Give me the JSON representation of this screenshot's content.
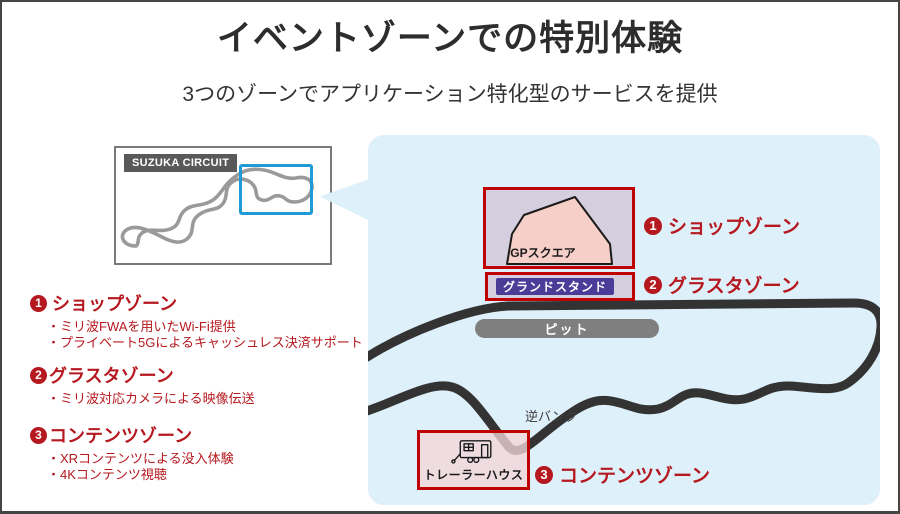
{
  "page": {
    "title": "イベントゾーンでの特別体験",
    "subtitle": "3つのゾーンでアプリケーション特化型のサービスを提供"
  },
  "circuit_map": {
    "label": "SUZUKA CIRCUIT"
  },
  "legend": {
    "zones": [
      {
        "num": "1",
        "name": "ショップゾーン",
        "bullets": [
          "・ミリ波FWAを用いたWi-Fi提供",
          "・プライベート5Gによるキャッシュレス決済サポート"
        ]
      },
      {
        "num": "2",
        "name": "グラスタゾーン",
        "bullets": [
          "・ミリ波対応カメラによる映像伝送"
        ]
      },
      {
        "num": "3",
        "name": "コンテンツゾーン",
        "bullets": [
          "・XRコンテンツによる没入体験",
          "・4Kコンテンツ視聴"
        ]
      }
    ]
  },
  "zone_map": {
    "gp_square_label": "GPスクエア",
    "grandstand_label": "グランドスタンド",
    "pit_label": "ピット",
    "reverse_bank_label": "逆バンク",
    "trailer_house_label": "トレーラーハウス",
    "zone1": {
      "num": "1",
      "name": "ショップゾーン"
    },
    "zone2": {
      "num": "2",
      "name": "グラスタゾーン"
    },
    "zone3": {
      "num": "3",
      "name": "コンテンツゾーン"
    }
  },
  "colors": {
    "accent_red_border": "#c00000",
    "text_red": "#b5181e",
    "panel_blue": "#def0fa",
    "highlight_blue": "#1f9ad6",
    "grandstand_purple": "#4b3c97",
    "track_dark": "#333333",
    "pit_gray": "#7f7f7f",
    "map_label_gray": "#595959"
  }
}
